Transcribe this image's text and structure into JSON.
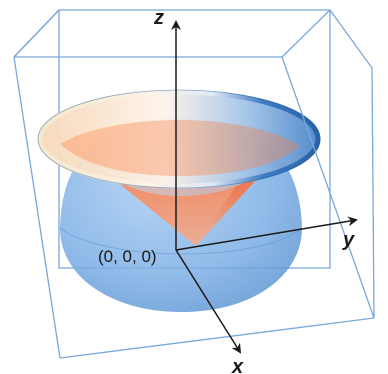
{
  "axes": {
    "x_label": "x",
    "y_label": "y",
    "z_label": "z"
  },
  "origin_label": "(0, 0, 0)",
  "colors": {
    "box_edge": "#6e9fd6",
    "hemisphere": "#7fb0e6",
    "cone_top": "#ff6a2c",
    "cone_bottom": "#f0a889",
    "rim_left": "#f8ecd6",
    "rim_right": "#2f6cb0",
    "axis": "#1a1a1a"
  }
}
